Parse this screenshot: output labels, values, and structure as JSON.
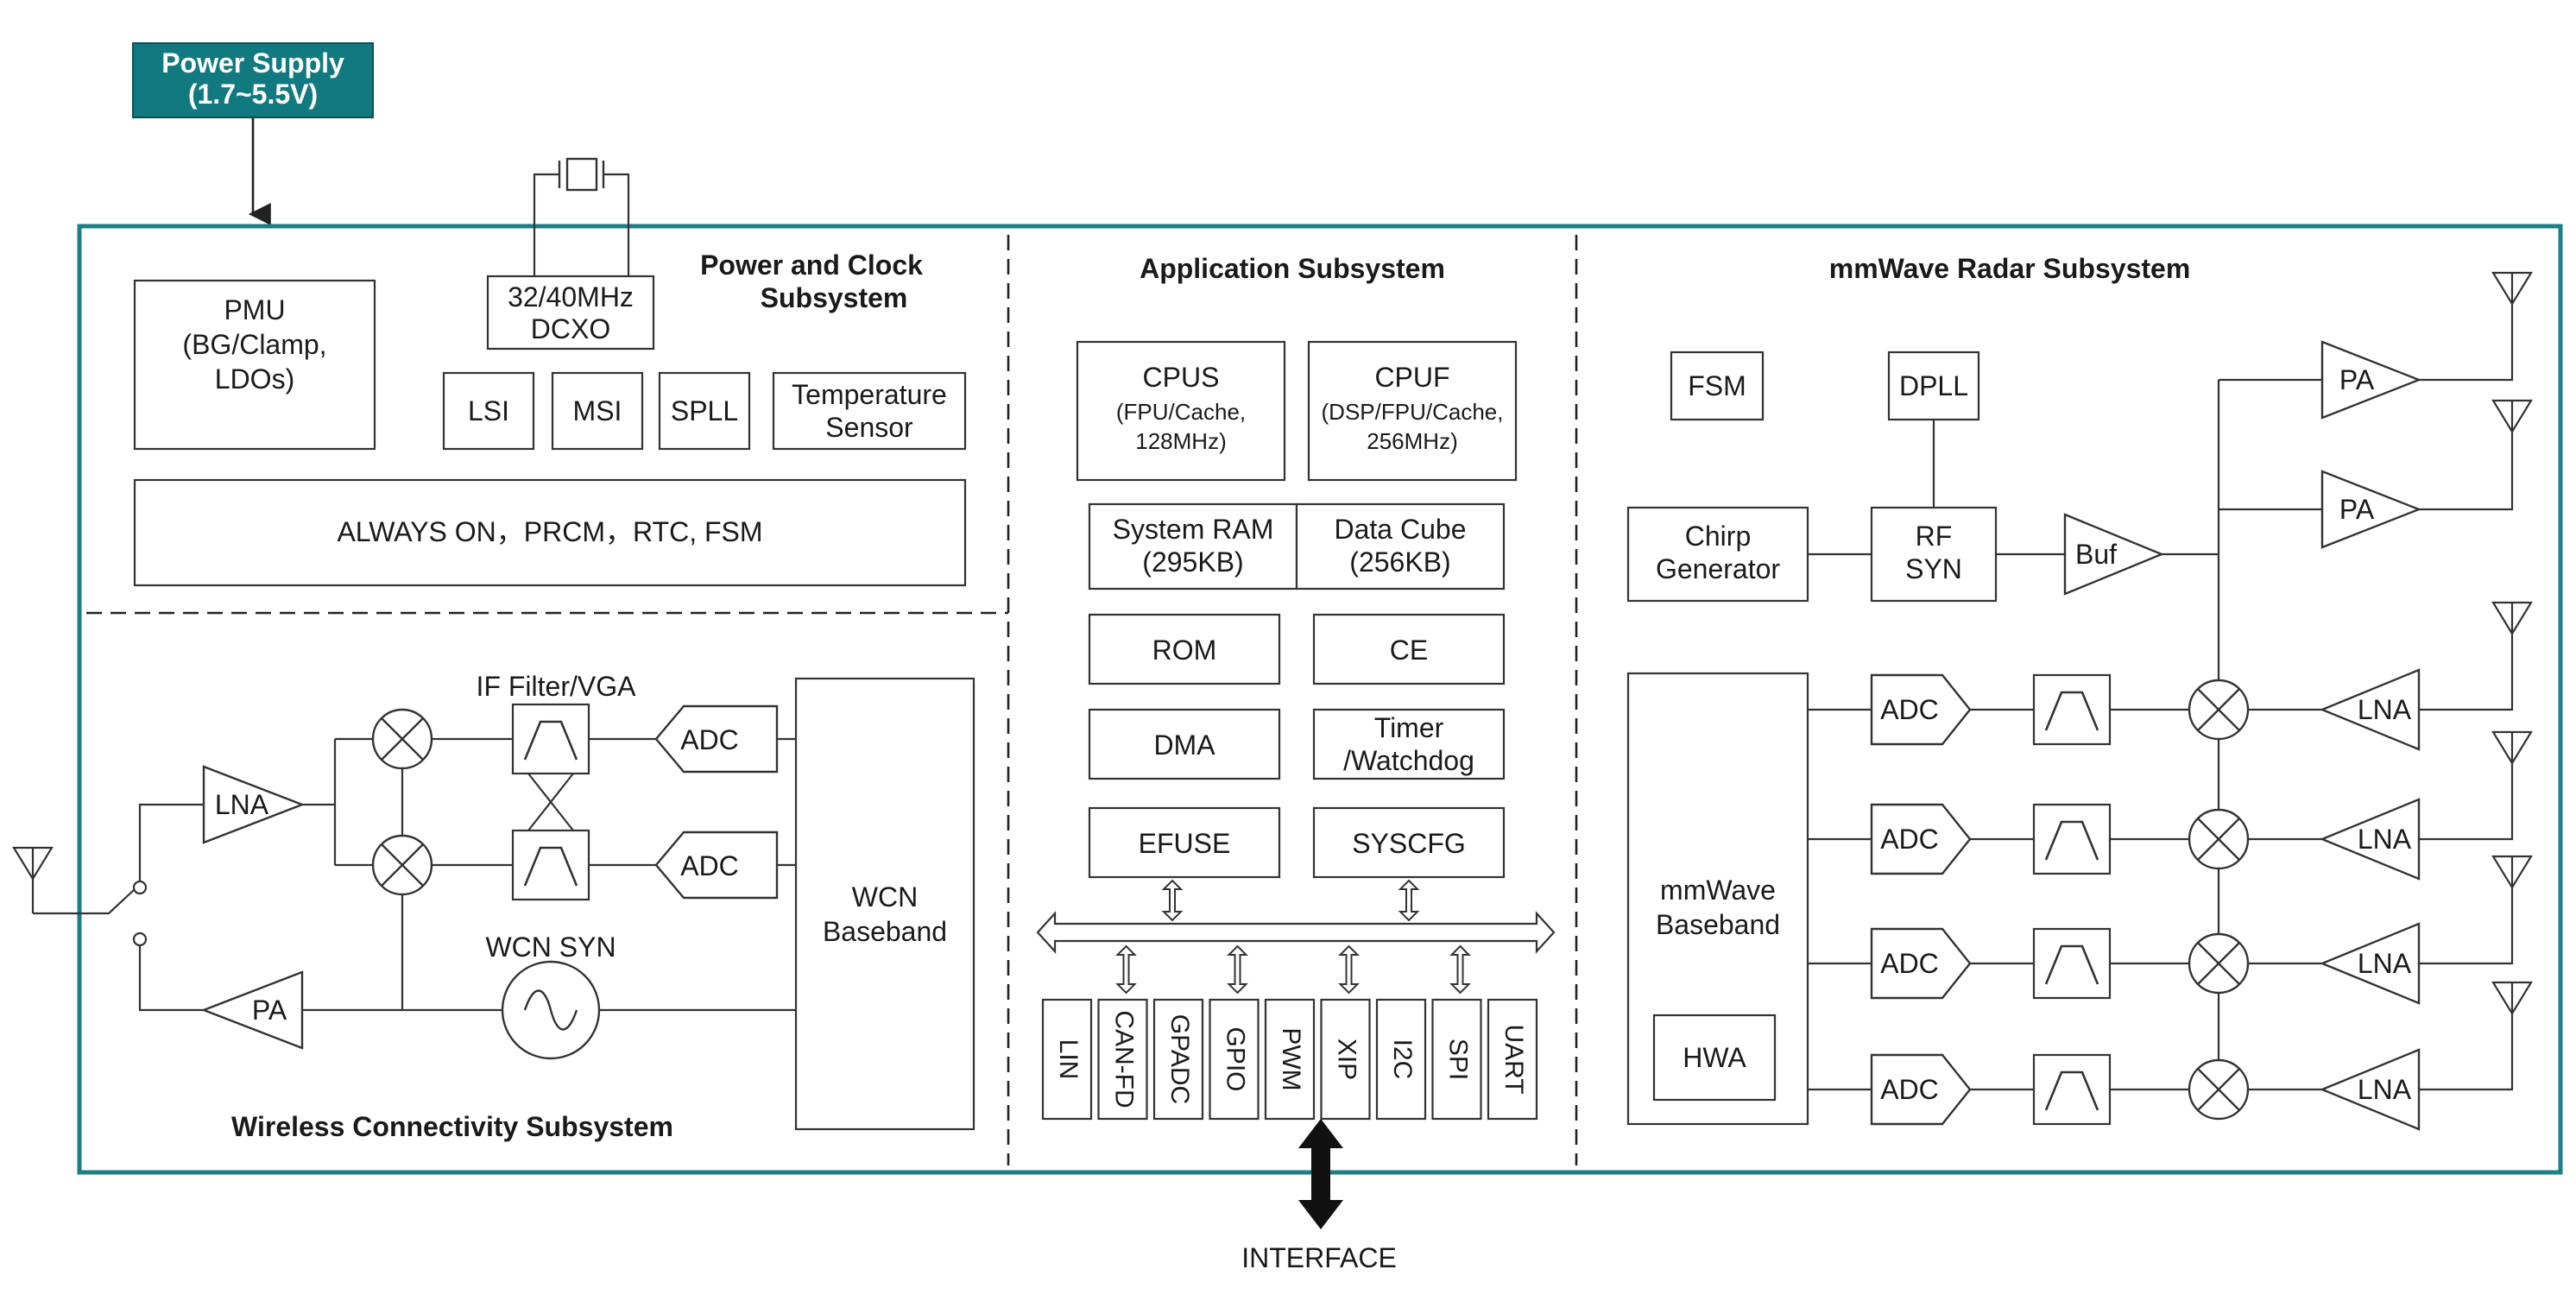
{
  "power_supply": {
    "line1": "Power Supply",
    "line2": "(1.7~5.5V)"
  },
  "sections": {
    "power_clock": {
      "line1": "Power and Clock",
      "line2": "Subsystem"
    },
    "application": "Application Subsystem",
    "radar": "mmWave Radar Subsystem",
    "wireless": "Wireless Connectivity Subsystem"
  },
  "power_clock": {
    "pmu": [
      "PMU",
      "(BG/Clamp,",
      "LDOs)"
    ],
    "dcxo": [
      "32/40MHz",
      "DCXO"
    ],
    "lsi": "LSI",
    "msi": "MSI",
    "spll": "SPLL",
    "temp": [
      "Temperature",
      "Sensor"
    ],
    "always_on": "ALWAYS ON，PRCM，RTC, FSM"
  },
  "wireless": {
    "if_filter": "IF Filter/VGA",
    "lna": "LNA",
    "pa": "PA",
    "adc1": "ADC",
    "adc2": "ADC",
    "wcn_syn": "WCN SYN",
    "baseband": [
      "WCN",
      "Baseband"
    ]
  },
  "application": {
    "cpus": [
      "CPUS",
      "(FPU/Cache,",
      "128MHz)"
    ],
    "cpuf": [
      "CPUF",
      "(DSP/FPU/Cache,",
      "256MHz)"
    ],
    "sysram": [
      "System RAM",
      "(295KB)"
    ],
    "datacube": [
      "Data Cube",
      "(256KB)"
    ],
    "rom": "ROM",
    "ce": "CE",
    "dma": "DMA",
    "timer": [
      "Timer",
      "/Watchdog"
    ],
    "efuse": "EFUSE",
    "syscfg": "SYSCFG",
    "peripherals": [
      "LIN",
      "CAN-FD",
      "GPADC",
      "GPIO",
      "PWM",
      "XIP",
      "I2C",
      "SPI",
      "UART"
    ],
    "interface": "INTERFACE"
  },
  "radar": {
    "fsm": "FSM",
    "dpll": "DPLL",
    "chirp": [
      "Chirp",
      "Generator"
    ],
    "rfsyn": [
      "RF",
      "SYN"
    ],
    "buf": "Buf",
    "pa": [
      "PA",
      "PA"
    ],
    "baseband": [
      "mmWave",
      "Baseband"
    ],
    "hwa": "HWA",
    "adc": [
      "ADC",
      "ADC",
      "ADC",
      "ADC"
    ],
    "lna": [
      "LNA",
      "LNA",
      "LNA",
      "LNA"
    ]
  },
  "colors": {
    "accent": "#117a80",
    "frame": "#1a7f86",
    "line": "#333333"
  }
}
